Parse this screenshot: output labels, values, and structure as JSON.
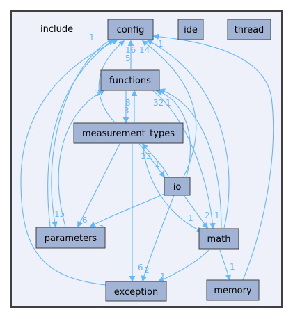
{
  "cluster": {
    "title": "include"
  },
  "nodes": {
    "config": "config",
    "ide": "ide",
    "thread": "thread",
    "functions": "functions",
    "measurement_types": "measurement_types",
    "io": "io",
    "parameters": "parameters",
    "math": "math",
    "exception": "exception",
    "memory": "memory"
  },
  "edges": [
    {
      "from": "parameters",
      "to": "config",
      "label": "1"
    },
    {
      "from": "exception",
      "to": "config",
      "label": ""
    },
    {
      "from": "memory",
      "to": "config",
      "label": "1"
    },
    {
      "from": "functions",
      "to": "config",
      "label": "16"
    },
    {
      "from": "measurement_types",
      "to": "config",
      "label": "5"
    },
    {
      "from": "io",
      "to": "config",
      "label": "14"
    },
    {
      "from": "math",
      "to": "config",
      "label": "1"
    },
    {
      "from": "config",
      "to": "parameters",
      "label": "15"
    },
    {
      "from": "parameters",
      "to": "functions",
      "label": "3"
    },
    {
      "from": "measurement_types",
      "to": "functions",
      "label": "8"
    },
    {
      "from": "functions",
      "to": "measurement_types",
      "label": "3"
    },
    {
      "from": "io",
      "to": "functions",
      "label": "32"
    },
    {
      "from": "math",
      "to": "functions",
      "label": "1"
    },
    {
      "from": "measurement_types",
      "to": "io",
      "label": "1"
    },
    {
      "from": "io",
      "to": "measurement_types",
      "label": "13"
    },
    {
      "from": "measurement_types",
      "to": "parameters",
      "label": "6"
    },
    {
      "from": "io",
      "to": "parameters",
      "label": "3"
    },
    {
      "from": "functions",
      "to": "math",
      "label": "2"
    },
    {
      "from": "measurement_types",
      "to": "math",
      "label": "1"
    },
    {
      "from": "io",
      "to": "math",
      "label": "1"
    },
    {
      "from": "measurement_types",
      "to": "exception",
      "label": "6"
    },
    {
      "from": "io",
      "to": "exception",
      "label": "2"
    },
    {
      "from": "math",
      "to": "exception",
      "label": "1"
    },
    {
      "from": "math",
      "to": "memory",
      "label": "1"
    }
  ],
  "colors": {
    "node_fill": "#a2b4d6",
    "node_border": "#404040",
    "edge": "#63b8ff",
    "cluster_fill": "#eef1f9",
    "cluster_border": "#404040"
  }
}
